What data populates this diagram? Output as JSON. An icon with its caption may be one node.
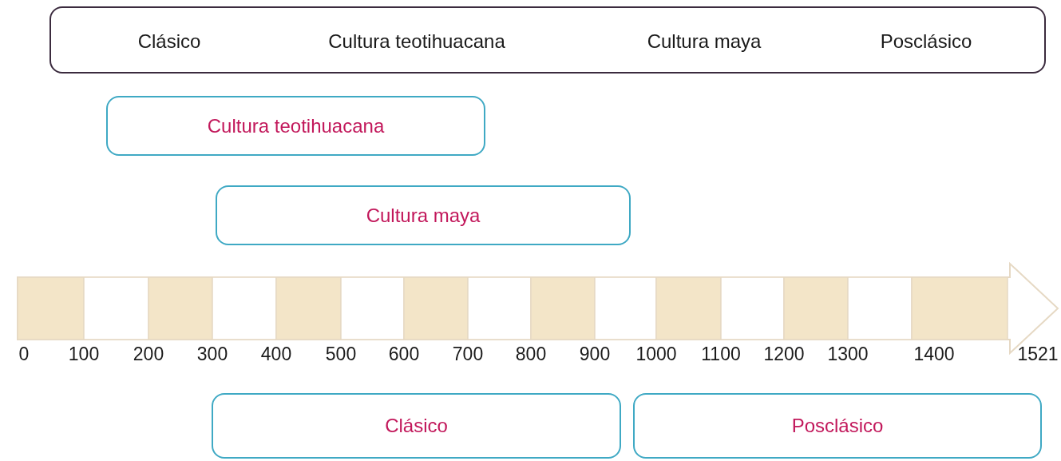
{
  "diagram": {
    "nodes": [
      {
        "text": [
          "Clásico",
          "Cultura teotihuacana",
          "Cultura maya",
          "Posclásico"
        ]
      },
      {
        "text": [
          "Cultura teotihuacana"
        ]
      },
      {
        "text": [
          "Cultura maya"
        ]
      },
      {
        "text": [
          "Clásico"
        ]
      },
      {
        "text": [
          "Posclásico"
        ]
      }
    ],
    "edges": [],
    "labels": [
      "0",
      "100",
      "200",
      "300",
      "400",
      "500",
      "600",
      "700",
      "800",
      "900",
      "1000",
      "1100",
      "1200",
      "1300",
      "1400",
      "1521"
    ]
  }
}
